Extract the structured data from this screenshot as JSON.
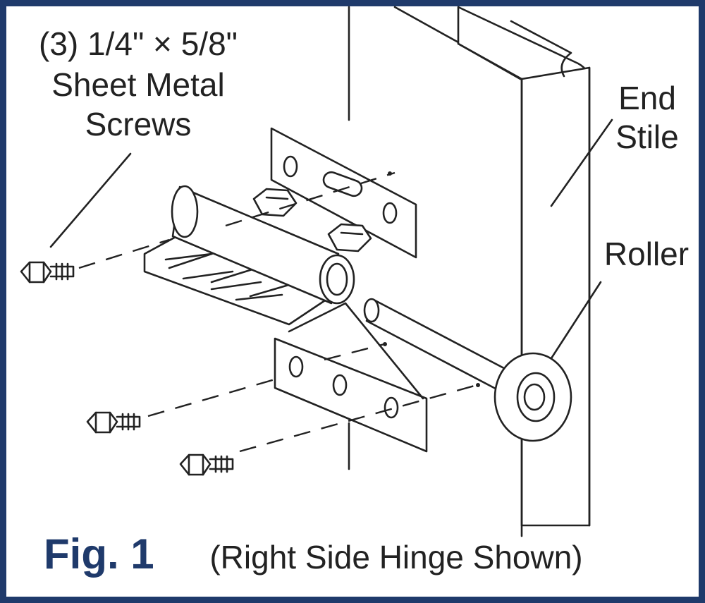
{
  "labels": {
    "screws_line1": "(3) 1/4\" × 5/8\"",
    "screws_line2": "Sheet Metal",
    "screws_line3": "Screws",
    "end_stile_line1": "End",
    "end_stile_line2": "Stile",
    "roller": "Roller",
    "figure": "Fig. 1",
    "caption": "(Right Side Hinge Shown)"
  },
  "colors": {
    "frame": "#1f3a6b",
    "figure_label": "#1f3a6b",
    "line_art": "#222222"
  }
}
